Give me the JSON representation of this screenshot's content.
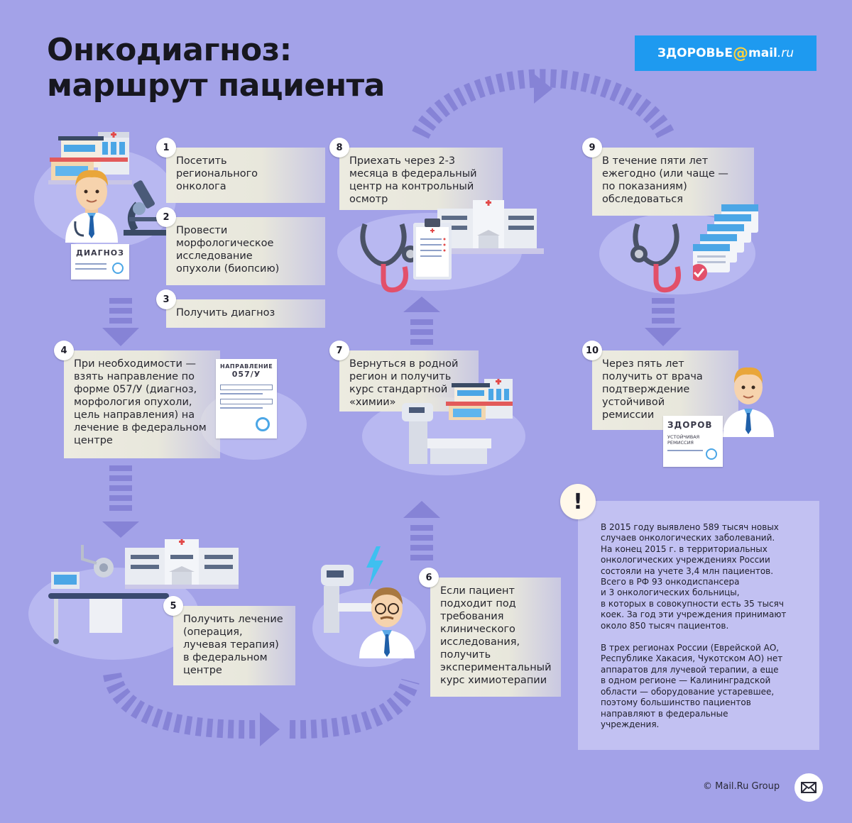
{
  "title": {
    "line1": "Онкодиагноз:",
    "line2": "маршрут пациента"
  },
  "logo": {
    "prefix": "ЗДОРОВЬЕ",
    "at": "@",
    "brand": "mail",
    "suffix": ".ru"
  },
  "steps": [
    {
      "n": "1",
      "text": "Посетить\nрегионального\nонколога"
    },
    {
      "n": "2",
      "text": "Провести\nморфологическое\nисследование\nопухоли (биопсию)"
    },
    {
      "n": "3",
      "text": "Получить диагноз"
    },
    {
      "n": "4",
      "text": "При необходимости —\nвзять направление по\nформе 057/У (диагноз,\nморфология опухоли,\nцель направления) на\nлечение в федеральном\nцентре"
    },
    {
      "n": "5",
      "text": "Получить лечение\n(операция,\nлучевая терапия)\nв федеральном\nцентре"
    },
    {
      "n": "6",
      "text": "Если пациент\nподходит под\nтребования\nклинического\nисследования,\nполучить\nэкспериментальный\nкурс химиотерапии"
    },
    {
      "n": "7",
      "text": "Вернуться в родной\nрегион и получить\nкурс стандартной\n«химии»"
    },
    {
      "n": "8",
      "text": "Приехать через 2-3\nмесяца в федеральный\nцентр на контрольный\nосмотр"
    },
    {
      "n": "9",
      "text": "В течение пяти лет\nежегодно (или чаще —\nпо показаниям)\nобследоваться"
    },
    {
      "n": "10",
      "text": "Через пять лет\nполучить от врача\nподтверждение\nустойчивой\nремиссии"
    }
  ],
  "docs": {
    "diagnosis": "ДИАГНОЗ",
    "referral_line1": "НАПРАВЛЕНИЕ",
    "referral_line2": "057/У",
    "healthy": "ЗДОРОВ",
    "healthy_sub": "УСТОЙЧИВАЯ\nРЕМИССИЯ"
  },
  "info": {
    "alert": "!",
    "p1": "В 2015 году выявлено 589 тысяч новых\nслучаев онкологических заболеваний.\nНа конец 2015 г. в территориальных\nонкологических учреждениях России\nсостояли на учете 3,4 млн пациентов.\nВсего в РФ 93 онкодиспансера\nи 3 онкологических больницы,\nв которых в совокупности есть 35 тысяч\nкоек. За год эти учреждения принимают\nоколо 850 тысяч пациентов.",
    "p2": "В трех регионах России (Еврейской АО,\nРеспублике Хакасия, Чукотском АО) нет\nаппаратов для лучевой терапии, а еще\nв одном регионе — Калининградской\nобласти — оборудование устаревшее,\nпоэтому большинство пациентов\nнаправляют в федеральные\nучреждения."
  },
  "footer": {
    "copyright": "© Mail.Ru Group"
  },
  "colors": {
    "background": "#a3a2e8",
    "card": "#ecebe0",
    "arrow": "#8280d6",
    "logo": "#1e9af0",
    "cloud": "#bcbcf2"
  }
}
